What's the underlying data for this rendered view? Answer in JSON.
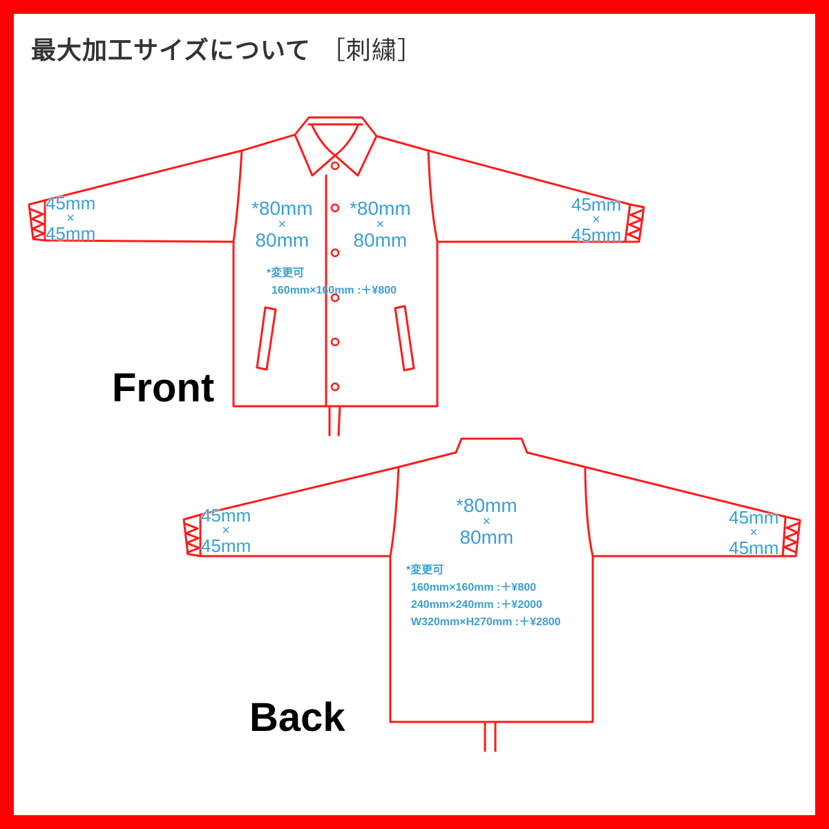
{
  "title": {
    "main": "最大加工サイズについて",
    "bracket": "［刺繍］"
  },
  "colors": {
    "outline": "#ff0000",
    "size_text": "#3a9fd4",
    "frame": "#ff0000"
  },
  "front": {
    "label": "Front",
    "left_sleeve": {
      "w": "45mm",
      "x": "×",
      "h": "45mm"
    },
    "left_chest": {
      "w": "*80mm",
      "x": "×",
      "h": "80mm"
    },
    "right_chest": {
      "w": "*80mm",
      "x": "×",
      "h": "80mm"
    },
    "right_sleeve": {
      "w": "45mm",
      "x": "×",
      "h": "45mm"
    },
    "note": {
      "heading": "*変更可",
      "options": [
        "160mm×160mm :＋¥800"
      ]
    }
  },
  "back": {
    "label": "Back",
    "left_sleeve": {
      "w": "45mm",
      "x": "×",
      "h": "45mm"
    },
    "center": {
      "w": "*80mm",
      "x": "×",
      "h": "80mm"
    },
    "right_sleeve": {
      "w": "45mm",
      "x": "×",
      "h": "45mm"
    },
    "note": {
      "heading": "*変更可",
      "options": [
        "160mm×160mm :＋¥800",
        "240mm×240mm :＋¥2000",
        "W320mm×H270mm :＋¥2800"
      ]
    }
  }
}
